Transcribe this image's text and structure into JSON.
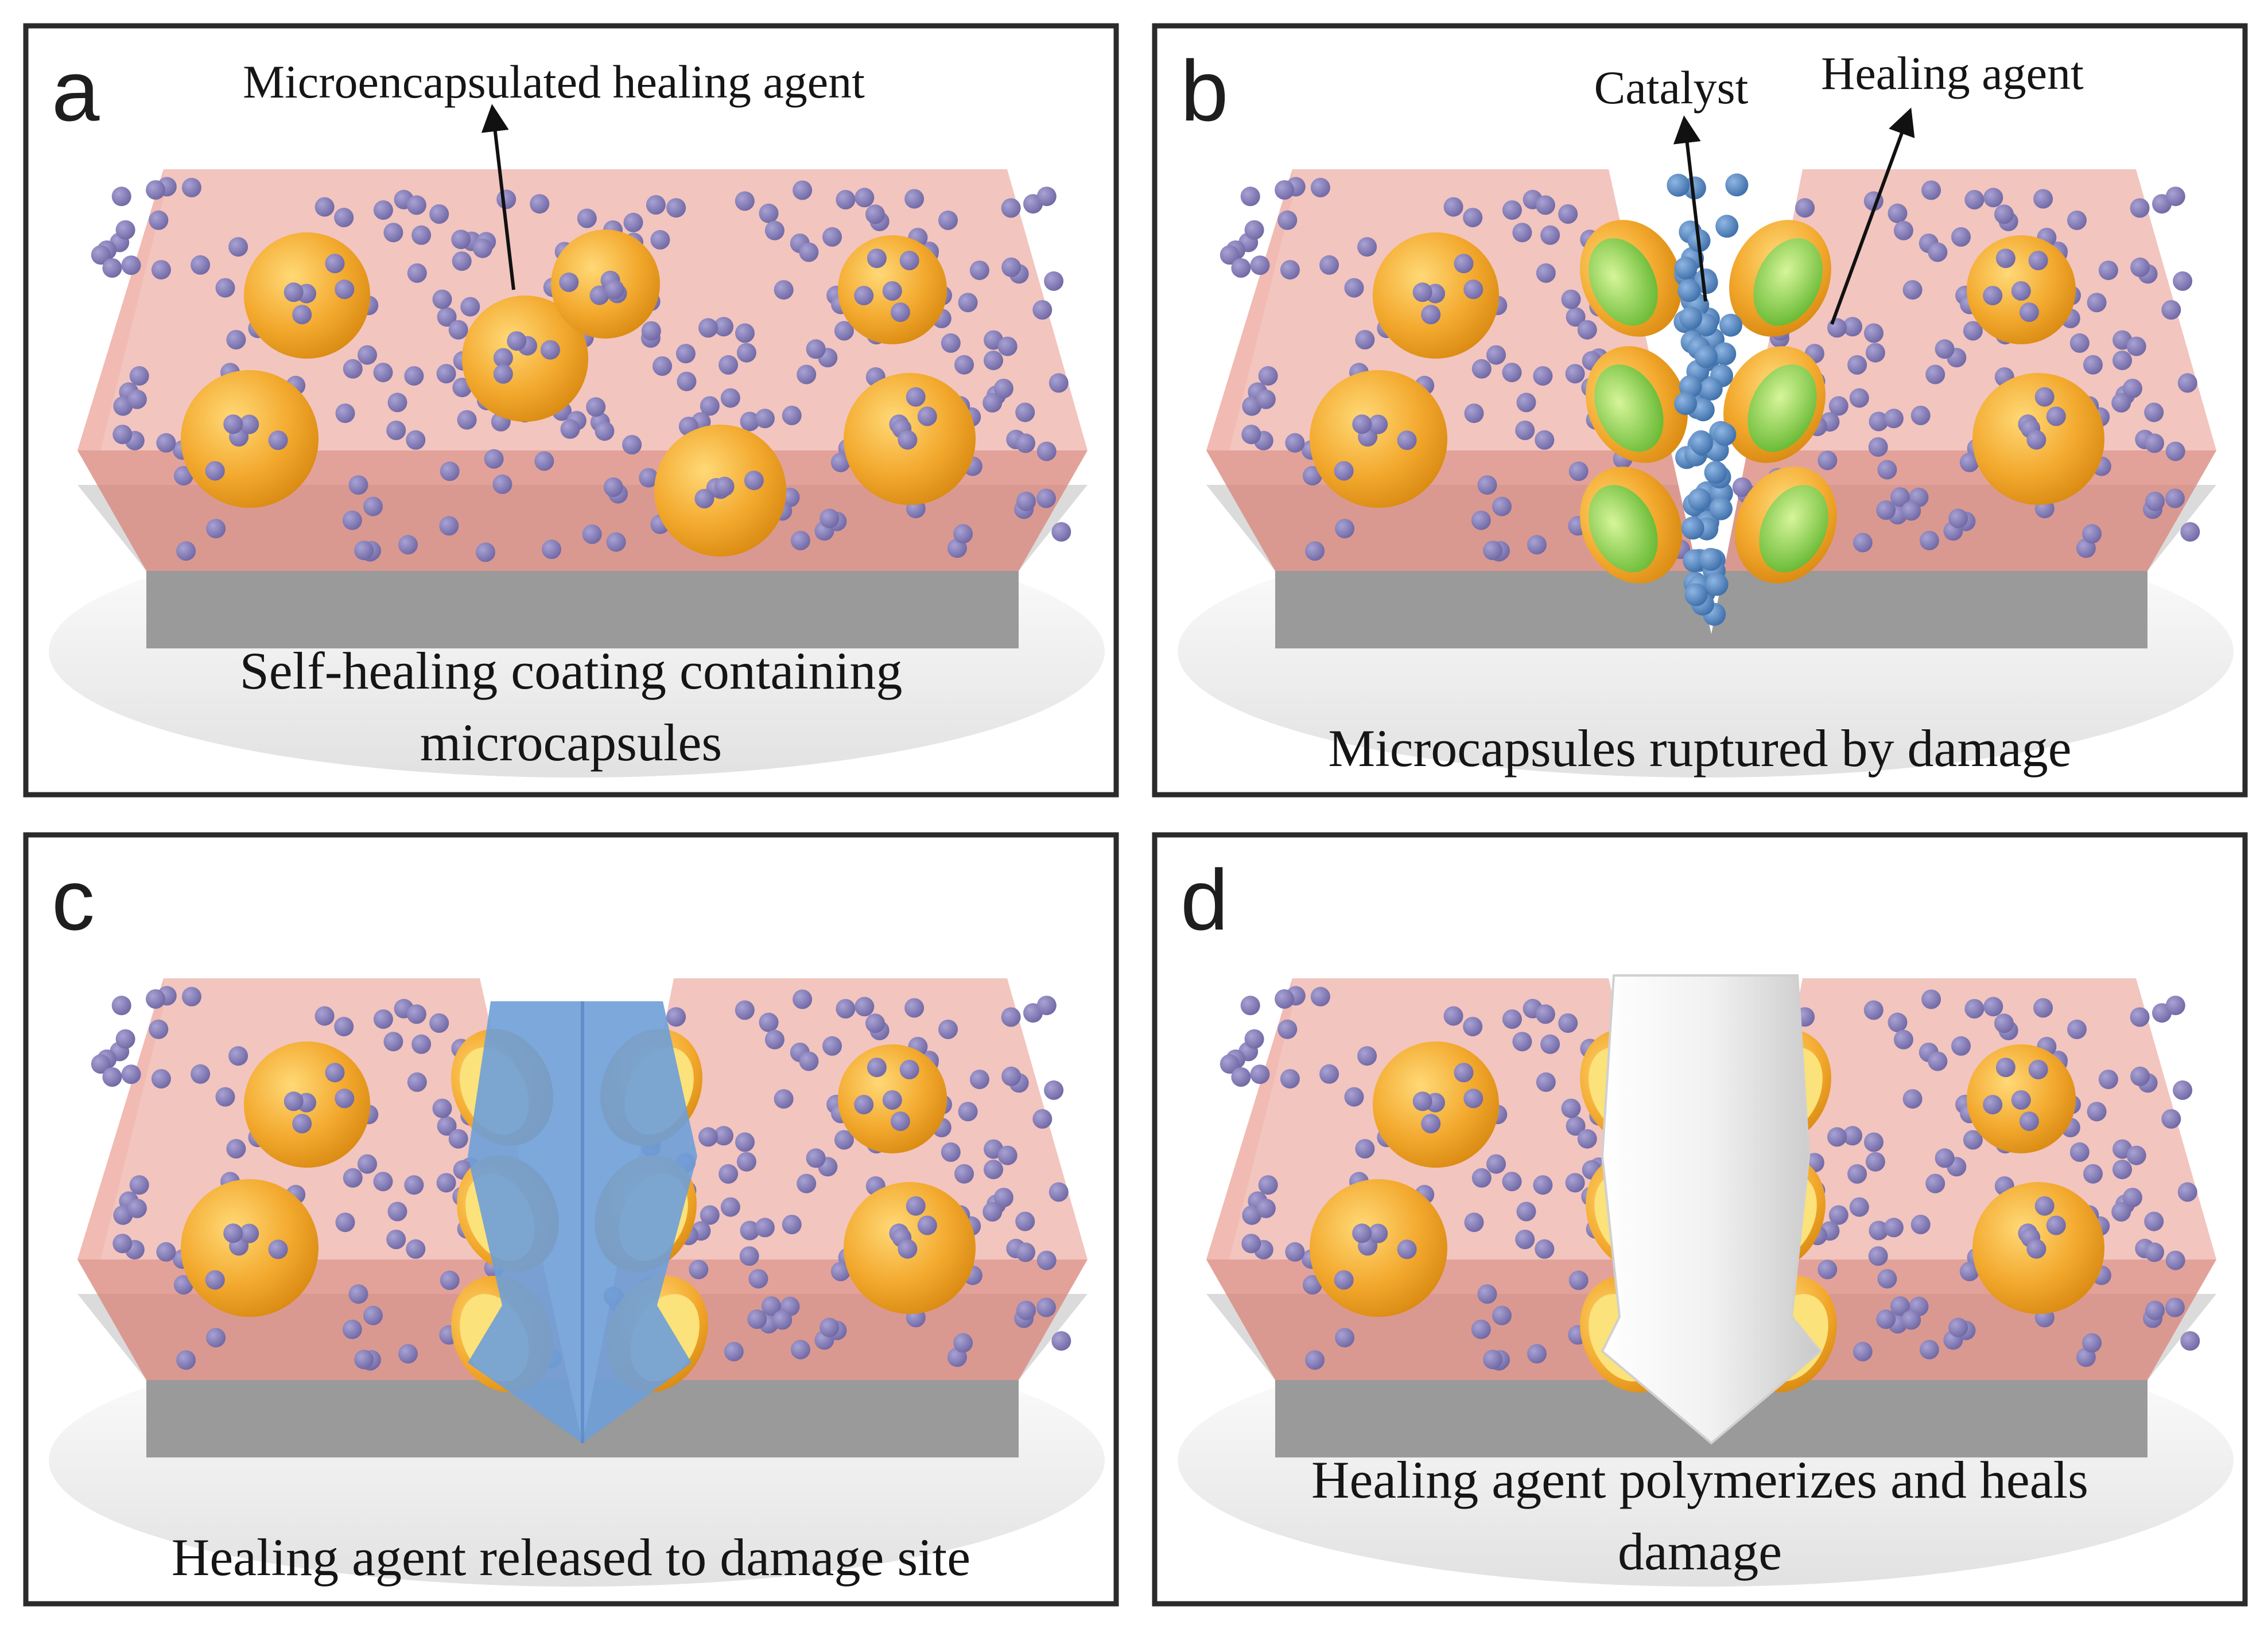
{
  "panels": [
    {
      "letter": "a",
      "callouts": [
        "Microencapsulated  healing  agent"
      ],
      "caption_lines": [
        "Self-healing  coating containing",
        "microcapsules"
      ],
      "state": "intact"
    },
    {
      "letter": "b",
      "callouts": [
        "Catalyst",
        "Healing  agent"
      ],
      "caption_lines": [
        "Microcapsules ruptured by damage"
      ],
      "state": "ruptured"
    },
    {
      "letter": "c",
      "callouts": [],
      "caption_lines": [
        "Healing  agent released to damage site"
      ],
      "state": "released"
    },
    {
      "letter": "d",
      "callouts": [],
      "caption_lines": [
        "Healing  agent polymerizes  and heals",
        "damage"
      ],
      "state": "healed"
    }
  ],
  "colors": {
    "matrix": "#e8958a",
    "substrate": "#9a9a9a",
    "capsule": "#f0a830",
    "catalyst_particle": "#8a82b8",
    "healing_agent": "#8fd14f",
    "released_agent": "#6e9fd8",
    "polymerized": "#eeeeee",
    "frame": "#2b2b2b"
  }
}
